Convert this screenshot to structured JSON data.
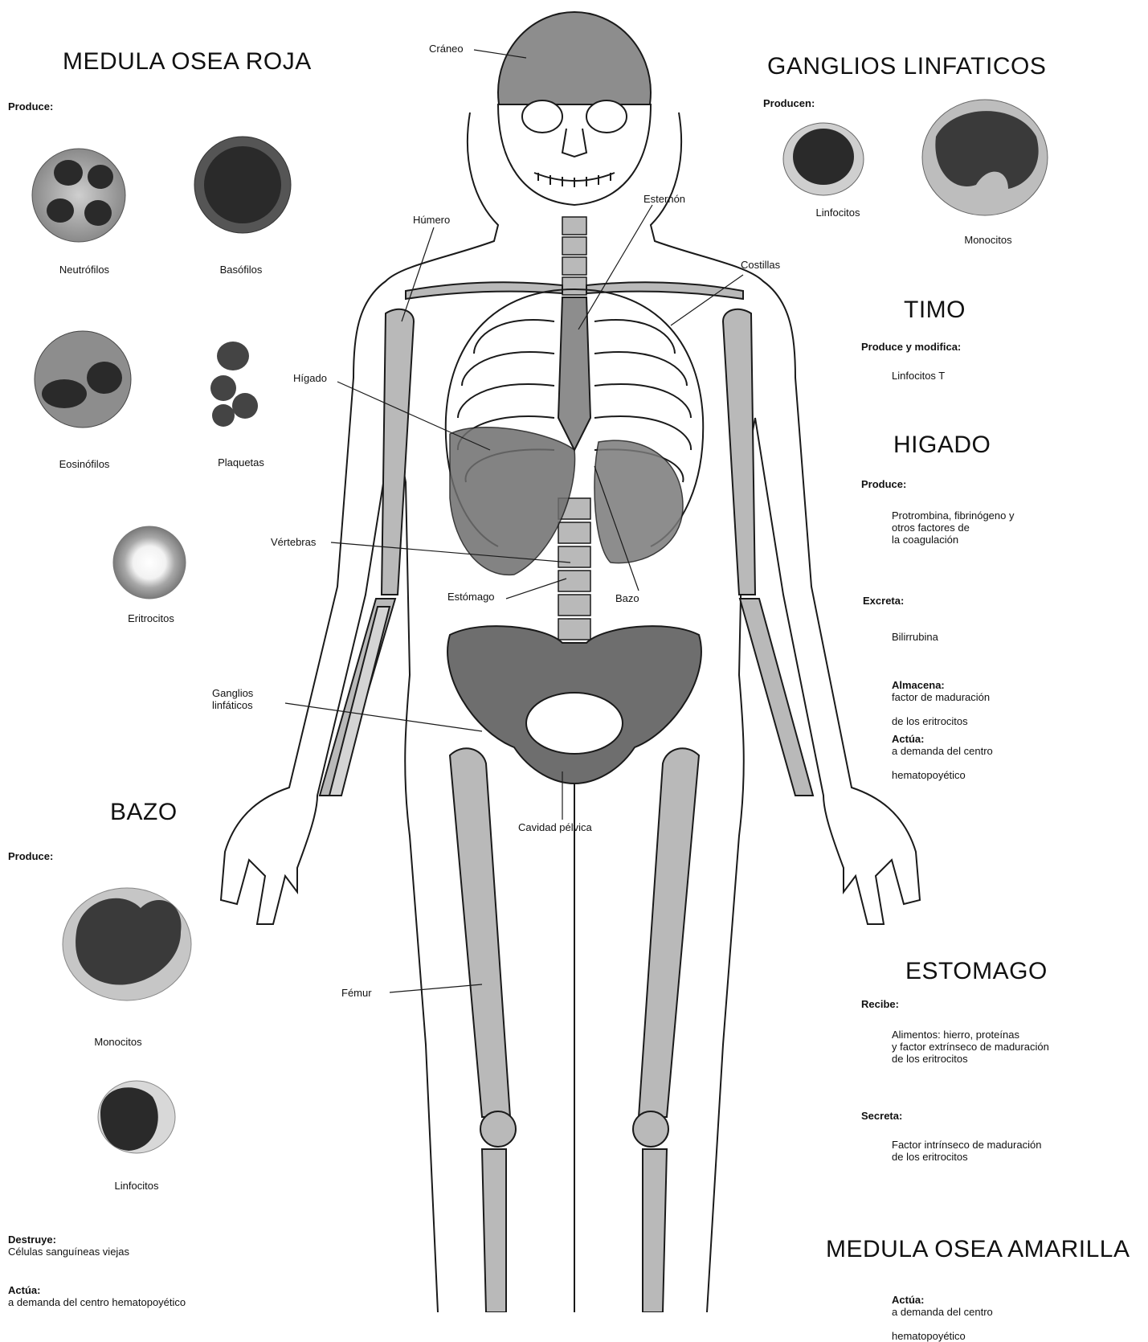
{
  "medula_roja": {
    "title": "MEDULA OSEA ROJA",
    "produce_label": "Produce:",
    "cells": [
      "Neutrófilos",
      "Basófilos",
      "Eosinófilos",
      "Plaquetas",
      "Eritrocitos"
    ]
  },
  "bazo": {
    "title": "BAZO",
    "produce_label": "Produce:",
    "cells": [
      "Monocitos",
      "Linfocitos"
    ],
    "destruye_label": "Destruye:",
    "destruye_text": "Células sanguíneas viejas",
    "actua_label": "Actúa:",
    "actua_text": "a demanda del centro hematopoyético"
  },
  "ganglios": {
    "title": "GANGLIOS LINFATICOS",
    "produce_label": "Producen:",
    "cells": [
      "Linfocitos",
      "Monocitos"
    ]
  },
  "timo": {
    "title": "TIMO",
    "produce_label": "Produce y modifica:",
    "text": "Linfocitos T"
  },
  "higado": {
    "title": "HIGADO",
    "produce_label": "Produce:",
    "produce_text": "Protrombina, fibrinógeno y\notros factores de\nla coagulación",
    "excreta_label": "Excreta:",
    "excreta_text": "Bilirrubina",
    "almacena_label": "Almacena:",
    "almacena_text": "factor de maduración",
    "almacena_text2": "de los eritrocitos",
    "actua_label": "Actúa:",
    "actua_text": "a demanda del centro",
    "actua_text2": "hematopoyético"
  },
  "estomago": {
    "title": "ESTOMAGO",
    "recibe_label": "Recibe:",
    "recibe_text": "Alimentos: hierro, proteínas\ny factor extrínseco de maduración\nde los eritrocitos",
    "secreta_label": "Secreta:",
    "secreta_text": "Factor intrínseco de maduración\nde los eritrocitos"
  },
  "medula_amarilla": {
    "title": "MEDULA OSEA AMARILLA",
    "actua_label": "Actúa:",
    "actua_text": "a demanda del centro",
    "actua_text2": "hematopoyético"
  },
  "anatomy_labels": {
    "craneo": "Cráneo",
    "esternon": "Esternón",
    "humero": "Húmero",
    "costillas": "Costillas",
    "higado": "Hígado",
    "vertebras": "Vértebras",
    "estomago": "Estómago",
    "bazo": "Bazo",
    "ganglios": "Ganglios\nlinfáticos",
    "cavidad": "Cavidad pélvica",
    "femur": "Fémur"
  },
  "colors": {
    "bone": "#b9b9b9",
    "organ": "#6e6e6e",
    "outline": "#1a1a1a",
    "cell_dark": "#2a2a2a"
  }
}
